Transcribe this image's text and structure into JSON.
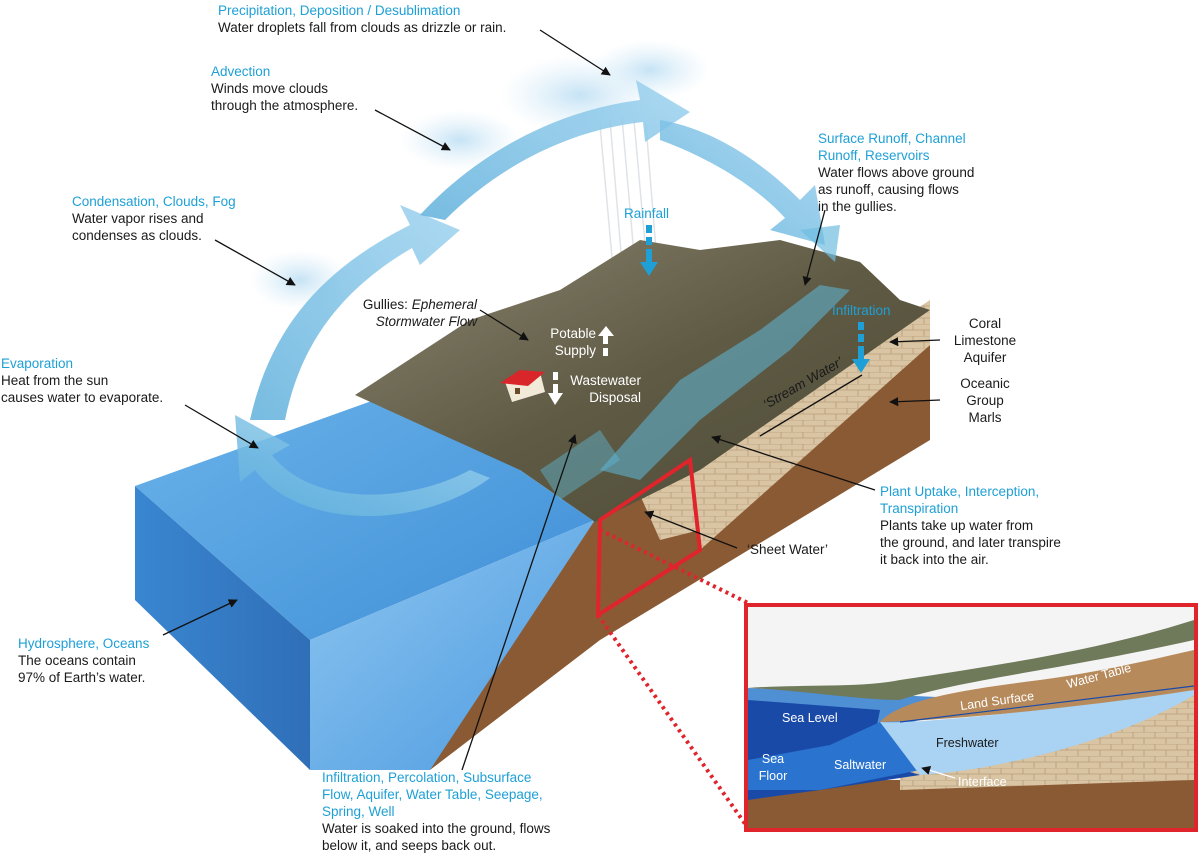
{
  "labels": {
    "precipitation": {
      "title": "Precipitation, Deposition / Desublimation",
      "desc": [
        "Water droplets fall from clouds as drizzle or rain."
      ]
    },
    "advection": {
      "title": "Advection",
      "desc": [
        "Winds move clouds",
        "through the atmosphere."
      ]
    },
    "condensation": {
      "title": "Condensation, Clouds, Fog",
      "desc": [
        "Water vapor rises and",
        "condenses as clouds."
      ]
    },
    "evaporation": {
      "title": "Evaporation",
      "desc": [
        "Heat from the sun",
        "causes water to evaporate."
      ]
    },
    "hydrosphere": {
      "title": "Hydrosphere, Oceans",
      "desc": [
        "The oceans contain",
        "97% of Earth’s water."
      ]
    },
    "runoff": {
      "title": [
        "Surface Runoff, Channel",
        "Runoff, Reservoirs"
      ],
      "desc": [
        "Water flows above ground",
        "as runoff, causing flows",
        "in the gullies."
      ]
    },
    "plant_uptake": {
      "title": [
        "Plant Uptake, Interception,",
        "Transpiration"
      ],
      "desc": [
        "Plants take up water from",
        "the ground, and later transpire",
        "it back into the air."
      ]
    },
    "infiltration_bottom": {
      "title": [
        "Infiltration, Percolation, Subsurface",
        "Flow, Aquifer, Water Table, Seepage,",
        "Spring, Well"
      ],
      "desc": [
        "Water is soaked into the ground, flows",
        "below it, and seeps back out."
      ]
    }
  },
  "small_labels": {
    "rainfall": "Rainfall",
    "infiltration": "Infiltration",
    "gullies_prefix": "Gullies: ",
    "gullies_italic_1": "Ephemeral",
    "gullies_italic_2": "Stormwater Flow",
    "potable": [
      "Potable",
      "Supply"
    ],
    "wastewater": [
      "Wastewater",
      "Disposal"
    ],
    "coral": [
      "Coral",
      "Limestone",
      "Aquifer"
    ],
    "oceanic": [
      "Oceanic",
      "Group",
      "Marls"
    ],
    "stream_water": "‘Stream Water’",
    "sheet_water": "‘Sheet Water’"
  },
  "inset": {
    "land_surface": "Land Surface",
    "water_table": "Water Table",
    "sea_level": "Sea Level",
    "freshwater": "Freshwater",
    "sea_floor": [
      "Sea",
      "Floor"
    ],
    "saltwater": "Saltwater",
    "interface": "Interface"
  },
  "colors": {
    "title_blue": "#1ea0d6",
    "ocean": "#4a9fe0",
    "inset_border": "#e0242b",
    "marl": "#8a5a34",
    "limestone": "#d8c3a2"
  }
}
